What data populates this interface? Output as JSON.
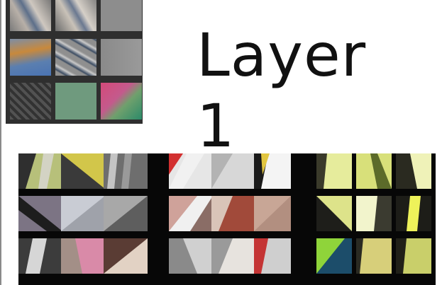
{
  "title": "Layer 1",
  "colors": {
    "background": "#ffffff",
    "grid_frame": "#2f2f2f",
    "patch_panel": "#070707"
  },
  "filters": [
    {
      "name": "diagonal-streaks-filter"
    },
    {
      "name": "diagonal-streaks-filter-2"
    },
    {
      "name": "gray-filter"
    },
    {
      "name": "orange-blue-gradient-filter"
    },
    {
      "name": "diagonal-stripe-filter"
    },
    {
      "name": "gray-gradient-filter"
    },
    {
      "name": "checkerboard-filter"
    },
    {
      "name": "green-filter"
    },
    {
      "name": "pink-green-gradient-filter"
    }
  ]
}
